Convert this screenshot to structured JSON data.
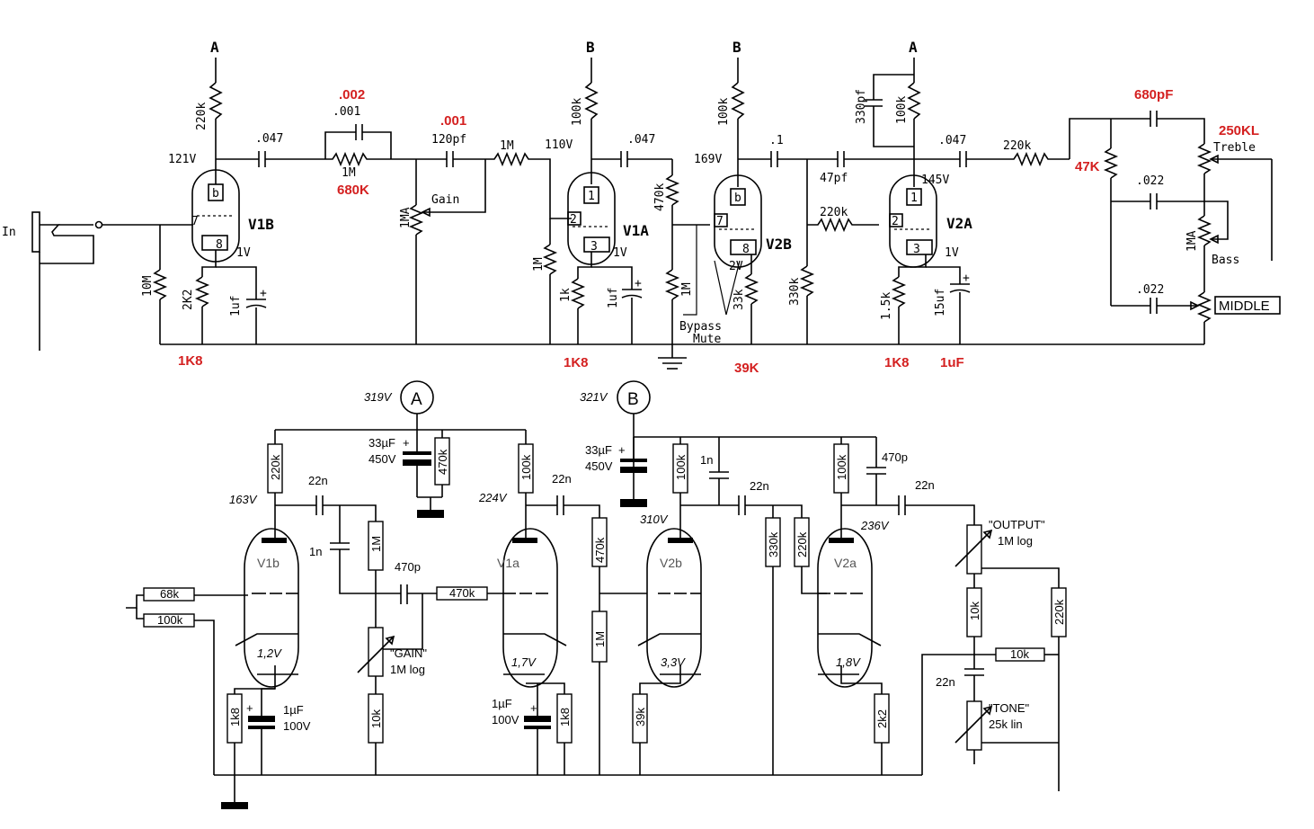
{
  "top_labels": {
    "rail_a1": "A",
    "rail_b1": "B",
    "rail_b2": "B",
    "rail_a2": "A",
    "in": "In",
    "r220k_v1b": "220k",
    "v121": "121V",
    "c047_1": ".047",
    "c001": ".001",
    "r1m_par": "1M",
    "c120pf": "120pf",
    "r1m_ser": "1M",
    "gain_pot": "1MA",
    "gain": "Gain",
    "v1b": "V1B",
    "r10m": "10M",
    "r2k2": "2K2",
    "c1uf_1": "1uf",
    "v1v_1": "1V",
    "r100k_v1a": "100k",
    "v110": "110V",
    "c047_2": ".047",
    "r470k": "470k",
    "v1a": "V1A",
    "r1m_grid": "1M",
    "r1k": "1k",
    "c1uf_2": "1uf",
    "v1v_2": "1V",
    "r1m_gnd": "1M",
    "bypass": "Bypass",
    "mute": "Mute",
    "r100k_v2b": "100k",
    "v169": "169V",
    "c1": ".1",
    "v2b": "V2B",
    "v2v": "2V",
    "r33k": "33k",
    "r330k": "330k",
    "c47pf": "47pf",
    "r220k_grid": "220k",
    "c330pf": "330pf",
    "r100k_v2a": "100k",
    "c047_3": ".047",
    "v145": "145V",
    "v2a": "V2A",
    "r15k": "1.5k",
    "c15uf": "15uf",
    "v1v_3": "1V",
    "r220k_out": "220k",
    "c022_1": ".022",
    "treble": "Treble",
    "bass_pot": "1MA",
    "bass": "Bass",
    "c022_2": ".022",
    "middle": "MIDDLE"
  },
  "red_notes": {
    "n002": ".002",
    "n680k": "680K",
    "n001": ".001",
    "n680pf": "680pF",
    "n250kl": "250KL",
    "n47k": "47K",
    "n1k8_a": "1K8",
    "n1k8_b": "1K8",
    "n39k": "39K",
    "n1k8_c": "1K8",
    "n1uf": "1uF"
  },
  "bottom_labels": {
    "v319": "319V",
    "rail_a": "A",
    "v321": "321V",
    "rail_b": "B",
    "r220k": "220k",
    "c22n_1": "22n",
    "v163": "163V",
    "c33uf_a": "33µF",
    "v450_a": "450V",
    "r470k_a": "470k",
    "r100k_1": "100k",
    "c22n_2": "22n",
    "v224": "224V",
    "c33uf_b": "33µF",
    "v450_b": "450V",
    "r100k_2": "100k",
    "c1n_1": "1n",
    "c22n_3": "22n",
    "r100k_3": "100k",
    "c470p_1": "470p",
    "c22n_4": "22n",
    "v1b": "V1b",
    "c1n_2": "1n",
    "r1m_a": "1M",
    "c470p_2": "470p",
    "r68k": "68k",
    "r470k_b": "470k",
    "v1a": "V1a",
    "r470k_c": "470k",
    "v310": "310V",
    "v2b": "V2b",
    "r330k": "330k",
    "r220k_b": "220k",
    "v236": "236V",
    "v2a": "V2a",
    "output": "\"OUTPUT\"",
    "output_val": "1M log",
    "r100k_in": "100k",
    "gain": "\"GAIN\"",
    "gain_val": "1M log",
    "r1m_b": "1M",
    "r10k_1": "10k",
    "r220k_c": "220k",
    "k12": "1,2V",
    "k17": "1,7V",
    "k33": "3,3V",
    "k18": "1,8V",
    "r10k_2": "10k",
    "c1uf_a": "1µF",
    "v100_a": "100V",
    "r1k8_a": "1k8",
    "c1uf_b": "1µF",
    "v100_b": "100V",
    "r1k8_b": "1k8",
    "c22n_5": "22n",
    "r10k_3": "10k",
    "r39k": "39k",
    "r2k2": "2k2",
    "tone": "\"TONE\"",
    "tone_val": "25k lin"
  }
}
